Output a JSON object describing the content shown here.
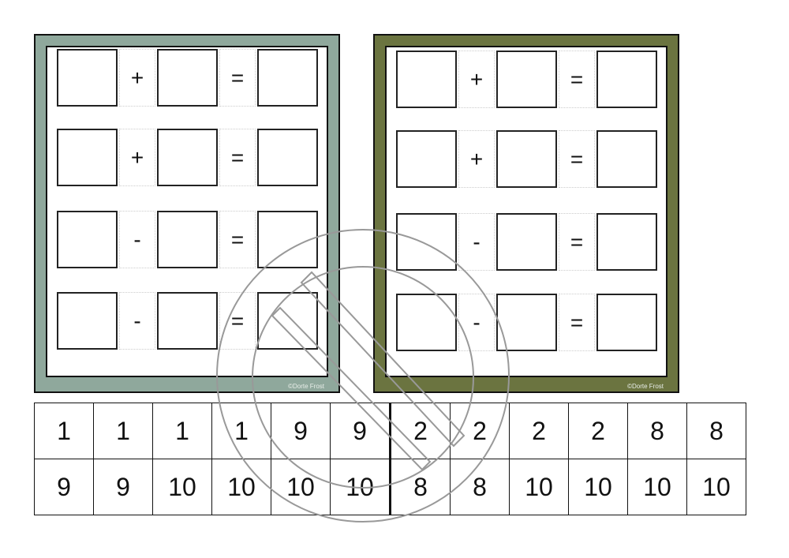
{
  "cards": [
    {
      "color": "#8fa89c",
      "rows": [
        {
          "op": "+",
          "eq": "="
        },
        {
          "op": "+",
          "eq": "="
        },
        {
          "op": "-",
          "eq": "="
        },
        {
          "op": "-",
          "eq": "="
        }
      ],
      "copyright": "©Dorte Frost"
    },
    {
      "color": "#6b7440",
      "rows": [
        {
          "op": "+",
          "eq": "="
        },
        {
          "op": "+",
          "eq": "="
        },
        {
          "op": "-",
          "eq": "="
        },
        {
          "op": "-",
          "eq": "="
        }
      ],
      "copyright": "©Dorte Frost"
    }
  ],
  "number_cards": {
    "row1": [
      "1",
      "1",
      "1",
      "1",
      "9",
      "9",
      "2",
      "2",
      "2",
      "2",
      "8",
      "8"
    ],
    "row2": [
      "9",
      "9",
      "10",
      "10",
      "10",
      "10",
      "8",
      "8",
      "10",
      "10",
      "10",
      "10"
    ]
  }
}
